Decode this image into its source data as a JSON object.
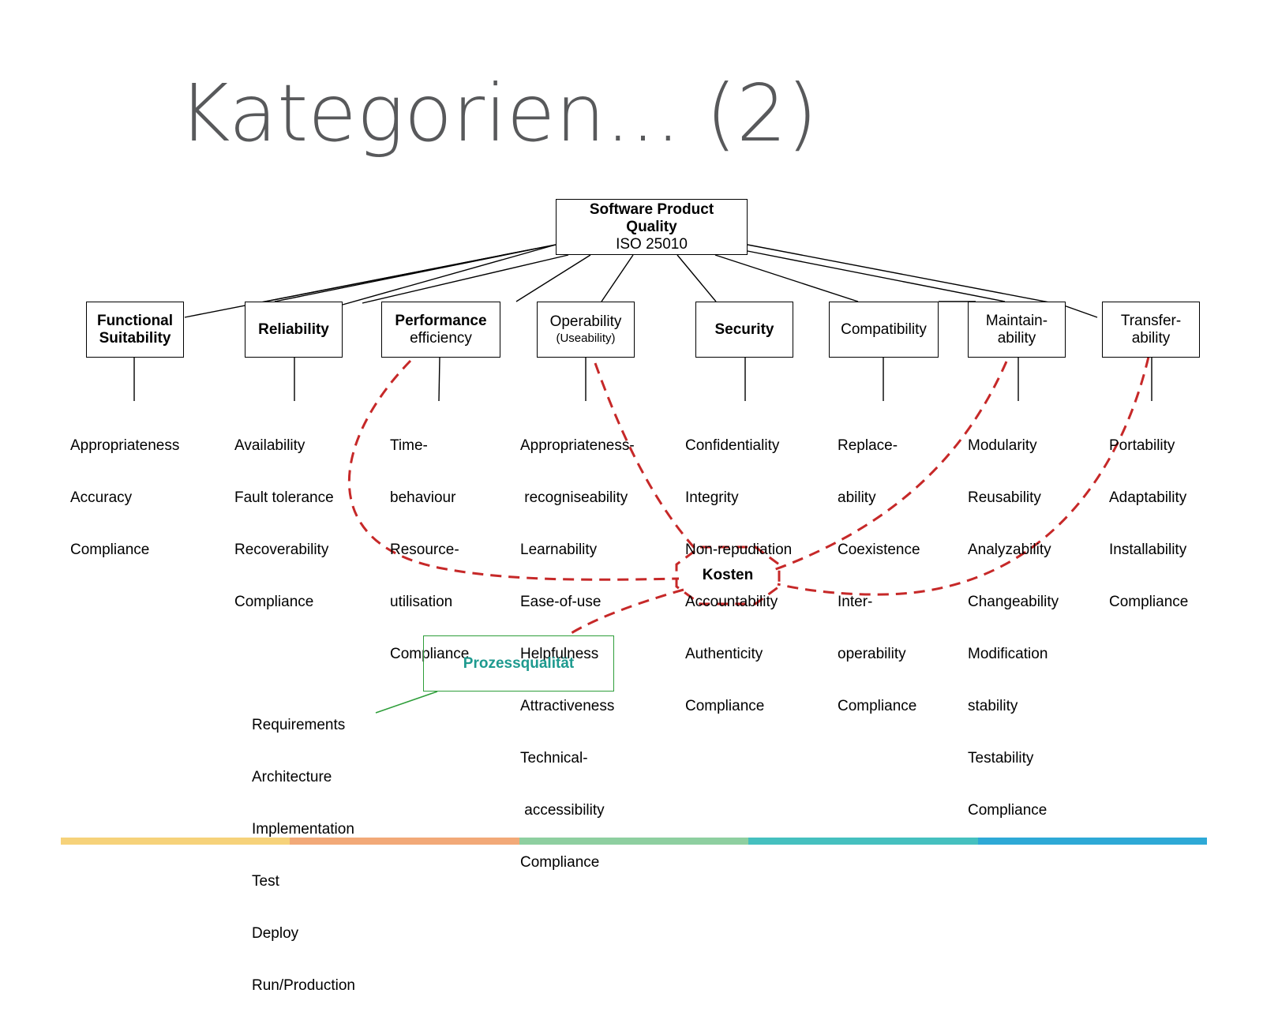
{
  "title": "Kategorien... (2)",
  "root": {
    "line1": "Software Product",
    "line2": "Quality",
    "line3": "ISO 25010"
  },
  "categories": [
    {
      "line1": "Functional",
      "line2": "Suitability",
      "items": [
        "Appropriateness",
        "Accuracy",
        "Compliance"
      ]
    },
    {
      "line1": "Reliability",
      "line2": "",
      "items": [
        "Availability",
        "Fault tolerance",
        "Recoverability",
        "Compliance"
      ]
    },
    {
      "line1": "Performance",
      "line2": "efficiency",
      "items": [
        "Time-",
        "behaviour",
        "Resource-",
        "utilisation",
        "Compliance"
      ]
    },
    {
      "line1": "Operability",
      "line2": "(Useability)",
      "items": [
        "Appropriateness-",
        " recogniseability",
        "Learnability",
        "Ease-of-use",
        "Helpfulness",
        "Attractiveness",
        "Technical-",
        " accessibility",
        "Compliance"
      ]
    },
    {
      "line1": "Security",
      "line2": "",
      "items": [
        "Confidentiality",
        "Integrity",
        "Non-repudiation",
        "Accountability",
        "Authenticity",
        "Compliance"
      ]
    },
    {
      "line1": "Compatibility",
      "line2": "",
      "items": [
        "Replace-",
        "ability",
        "Coexistence",
        "Inter-",
        "operability",
        "Compliance"
      ]
    },
    {
      "line1": "Maintain-",
      "line2": "ability",
      "items": [
        "Modularity",
        "Reusability",
        "Analyzability",
        "Changeability",
        "Modification",
        "stability",
        "Testability",
        "Compliance"
      ]
    },
    {
      "line1": "Transfer-",
      "line2": "ability",
      "items": [
        "Portability",
        "Adaptability",
        "Installability",
        "Compliance"
      ]
    }
  ],
  "kosten": "Kosten",
  "prozess": "Prozessqualität",
  "process_steps": [
    "Requirements",
    "Architecture",
    "Implementation",
    "Test",
    "Deploy",
    "Run/Production"
  ],
  "colors": {
    "title": "#58595b",
    "dashed": "#c62828",
    "process_border": "#2e9e3a",
    "process_text": "#1e9a8f",
    "footer": [
      "#f6d27a",
      "#f2a978",
      "#8ecfa0",
      "#45c0bf",
      "#2ea9d6"
    ]
  }
}
